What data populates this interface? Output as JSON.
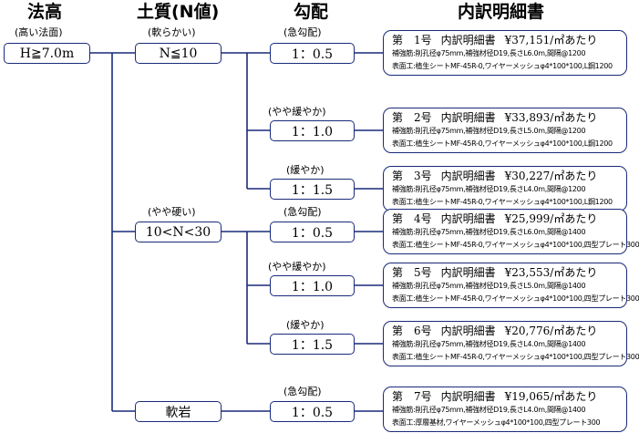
{
  "headers": {
    "slope_label": "法高",
    "soil_label": "土質(N値)",
    "gradient_label": "勾配",
    "breakdown_label": "内訳明細書"
  },
  "root": {
    "caption": "(高い法面)",
    "value": "H≧7.0m"
  },
  "soils": [
    {
      "caption": "(軟らかい)",
      "label": "N≦10"
    },
    {
      "caption": "(やや硬い)",
      "label": "10<N<30"
    },
    {
      "caption": "",
      "label": "軟岩"
    }
  ],
  "gradients": [
    {
      "caption": "(急勾配)",
      "value": "1：0.5"
    },
    {
      "caption": "(やや緩やか)",
      "value": "1：1.0"
    },
    {
      "caption": "(緩やか)",
      "value": "1：1.5"
    },
    {
      "caption": "(急勾配)",
      "value": "1：0.5"
    },
    {
      "caption": "(やや緩やか)",
      "value": "1：1.0"
    },
    {
      "caption": "(緩やか)",
      "value": "1：1.5"
    },
    {
      "caption": "(急勾配)",
      "value": "1：0.5"
    }
  ],
  "details": [
    {
      "number": "第　1号",
      "title": "内訳明細書",
      "price": "¥37,151/㎡あたり",
      "line1": "補強筋:削孔径φ75mm,補強材径D19,長さL6.0m,間隔@1200",
      "line2": "表面工:植生シートMF-45R-0,ワイヤーメッシュφ4*100*100,L鋼1200"
    },
    {
      "number": "第　2号",
      "title": "内訳明細書",
      "price": "¥33,893/㎡あたり",
      "line1": "補強筋:削孔径φ75mm,補強材径D19,長さL5.0m,間隔@1200",
      "line2": "表面工:植生シートMF-45R-0,ワイヤーメッシュφ4*100*100,L鋼1200"
    },
    {
      "number": "第　3号",
      "title": "内訳明細書",
      "price": "¥30,227/㎡あたり",
      "line1": "補強筋:削孔径φ75mm,補強材径D19,長さL4.0m,間隔@1200",
      "line2": "表面工:植生シートMF-45R-0,ワイヤーメッシュφ4*100*100,L鋼1200"
    },
    {
      "number": "第　4号",
      "title": "内訳明細書",
      "price": "¥25,999/㎡あたり",
      "line1": "補強筋:削孔径φ75mm,補強材径D19,長さL6.0m,間隔@1400",
      "line2": "表面工:植生シートMF-45R-0,ワイヤーメッシュφ4*100*100,四型プレート300"
    },
    {
      "number": "第　5号",
      "title": "内訳明細書",
      "price": "¥23,553/㎡あたり",
      "line1": "補強筋:削孔径φ75mm,補強材径D19,長さL5.0m,間隔@1400",
      "line2": "表面工:植生シートMF-45R-0,ワイヤーメッシュφ4*100*100,四型プレート300"
    },
    {
      "number": "第　6号",
      "title": "内訳明細書",
      "price": "¥20,776/㎡あたり",
      "line1": "補強筋:削孔径φ75mm,補強材径D19,長さL4.0m,間隔@1400",
      "line2": "表面工:植生シートMF-45R-0,ワイヤーメッシュφ4*100*100,四型プレート300"
    },
    {
      "number": "第　7号",
      "title": "内訳明細書",
      "price": "¥19,065/㎡あたり",
      "line1": "補強筋:削孔径φ75mm,補強材径D19,長さL4.0m,間隔@1400",
      "line2": "表面工:厚層基材,ワイヤーメッシュφ4*100*100,四型プレート300"
    }
  ]
}
